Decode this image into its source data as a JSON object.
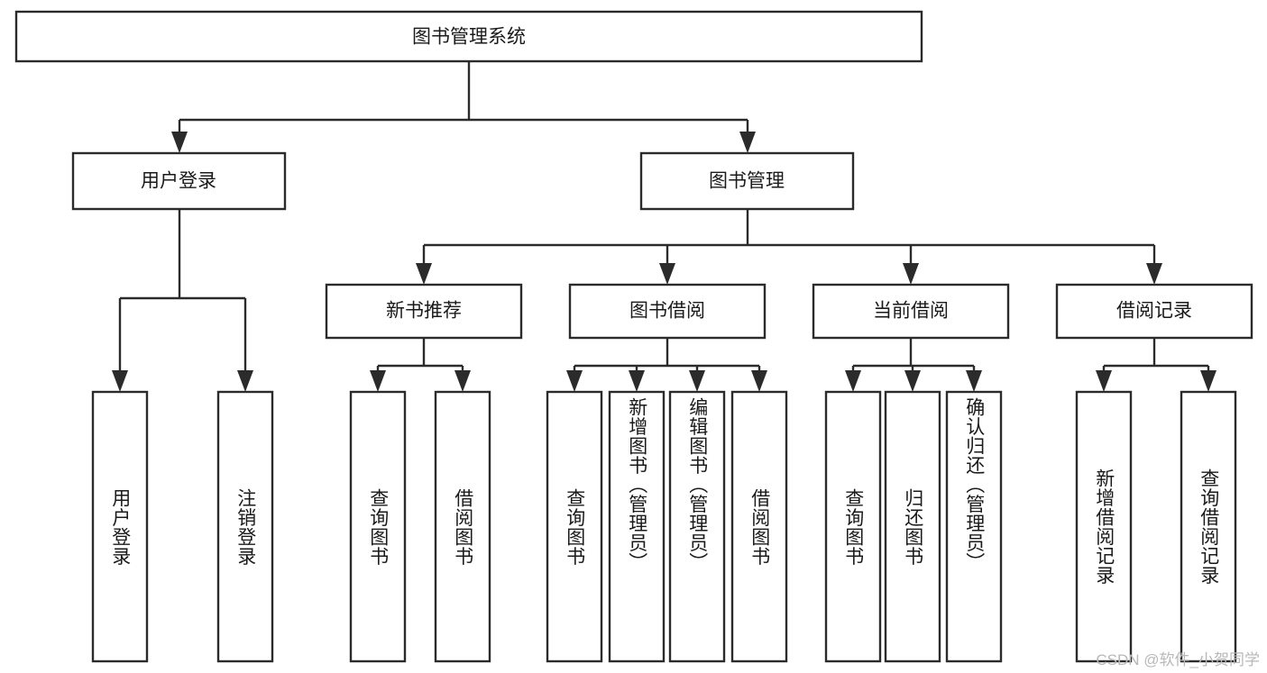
{
  "diagram": {
    "type": "tree-hierarchy-chart",
    "title": "图书管理系统",
    "orientation": "top-down",
    "colors": {
      "box_stroke": "#2b2b2b",
      "box_fill": "#ffffff",
      "connector": "#2b2b2b",
      "text": "#1a1a1a",
      "watermark": "#b8b8b8",
      "background": "#ffffff"
    },
    "levels": {
      "root": {
        "label": "图书管理系统"
      },
      "level2": [
        {
          "label": "用户登录"
        },
        {
          "label": "图书管理"
        }
      ],
      "level3": [
        {
          "label": "新书推荐"
        },
        {
          "label": "图书借阅"
        },
        {
          "label": "当前借阅"
        },
        {
          "label": "借阅记录"
        }
      ]
    },
    "leaves": {
      "user_login": [
        {
          "label": "用户登录"
        },
        {
          "label": "注销登录"
        }
      ],
      "new_book_recommend": [
        {
          "label": "查询图书"
        },
        {
          "label": "借阅图书"
        }
      ],
      "book_borrow": [
        {
          "label": "查询图书"
        },
        {
          "label": "新增图书（管理员）"
        },
        {
          "label": "编辑图书（管理员）"
        },
        {
          "label": "借阅图书"
        }
      ],
      "current_borrow": [
        {
          "label": "查询图书"
        },
        {
          "label": "归还图书"
        },
        {
          "label": "确认归还（管理员）"
        }
      ],
      "borrow_records": [
        {
          "label": "新增借阅记录"
        },
        {
          "label": "查询借阅记录"
        }
      ]
    },
    "watermark": "CSDN @软件_小贺同学"
  }
}
